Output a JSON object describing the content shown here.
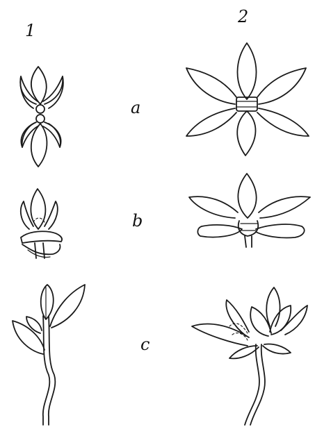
{
  "columns": [
    {
      "label": "1"
    },
    {
      "label": "2"
    }
  ],
  "rows": [
    {
      "label": "a"
    },
    {
      "label": "b"
    },
    {
      "label": "c"
    }
  ],
  "ink_color": "#1a1a1a",
  "background_color": "#ffffff"
}
